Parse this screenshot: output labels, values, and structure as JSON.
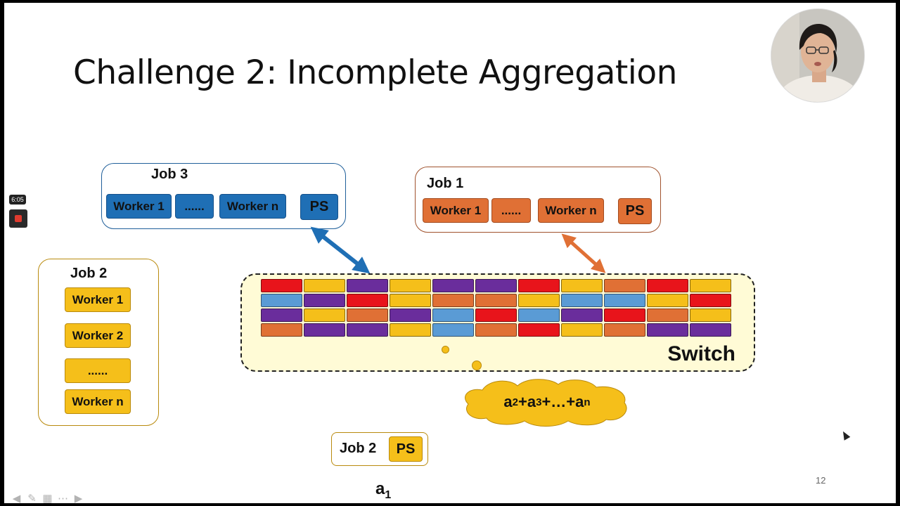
{
  "slide": {
    "title": "Challenge 2: Incomplete Aggregation",
    "page_number": "12"
  },
  "job3": {
    "label": "Job 3",
    "worker1": "Worker 1",
    "ellipsis": "......",
    "workern": "Worker n",
    "ps": "PS",
    "color": "#1f6fb5"
  },
  "job1": {
    "label": "Job 1",
    "worker1": "Worker 1",
    "ellipsis": "......",
    "workern": "Worker n",
    "ps": "PS",
    "color": "#e07035"
  },
  "job2": {
    "label": "Job 2",
    "workers": [
      "Worker 1",
      "Worker 2",
      "......",
      "Worker n"
    ],
    "color": "#f5bf1a"
  },
  "job2_ps": {
    "label": "Job 2",
    "ps": "PS"
  },
  "switch": {
    "label": "Switch",
    "color_map": {
      "R": "#e8141b",
      "Y": "#f5bf1a",
      "P": "#6a2d9c",
      "B": "#5a9bd5",
      "O": "#e07035"
    },
    "rows": [
      [
        "R",
        "Y",
        "P",
        "Y",
        "P",
        "P",
        "R",
        "Y",
        "O",
        "R",
        "Y"
      ],
      [
        "B",
        "P",
        "R",
        "Y",
        "O",
        "O",
        "Y",
        "B",
        "B",
        "Y",
        "R"
      ],
      [
        "P",
        "Y",
        "O",
        "P",
        "B",
        "R",
        "B",
        "P",
        "R",
        "O",
        "Y"
      ],
      [
        "O",
        "P",
        "P",
        "Y",
        "B",
        "O",
        "R",
        "Y",
        "O",
        "P",
        "P"
      ]
    ]
  },
  "cloud": {
    "parts": [
      "a",
      "2",
      "+a",
      "3",
      "+…+a",
      "n"
    ]
  },
  "a1": {
    "base": "a",
    "sub": "1"
  },
  "recorder": {
    "timer": "6:05"
  },
  "toolbar": {
    "icons": [
      "arrow-left-icon",
      "pen-icon",
      "slides-icon",
      "more-icon",
      "arrow-right-icon"
    ]
  }
}
